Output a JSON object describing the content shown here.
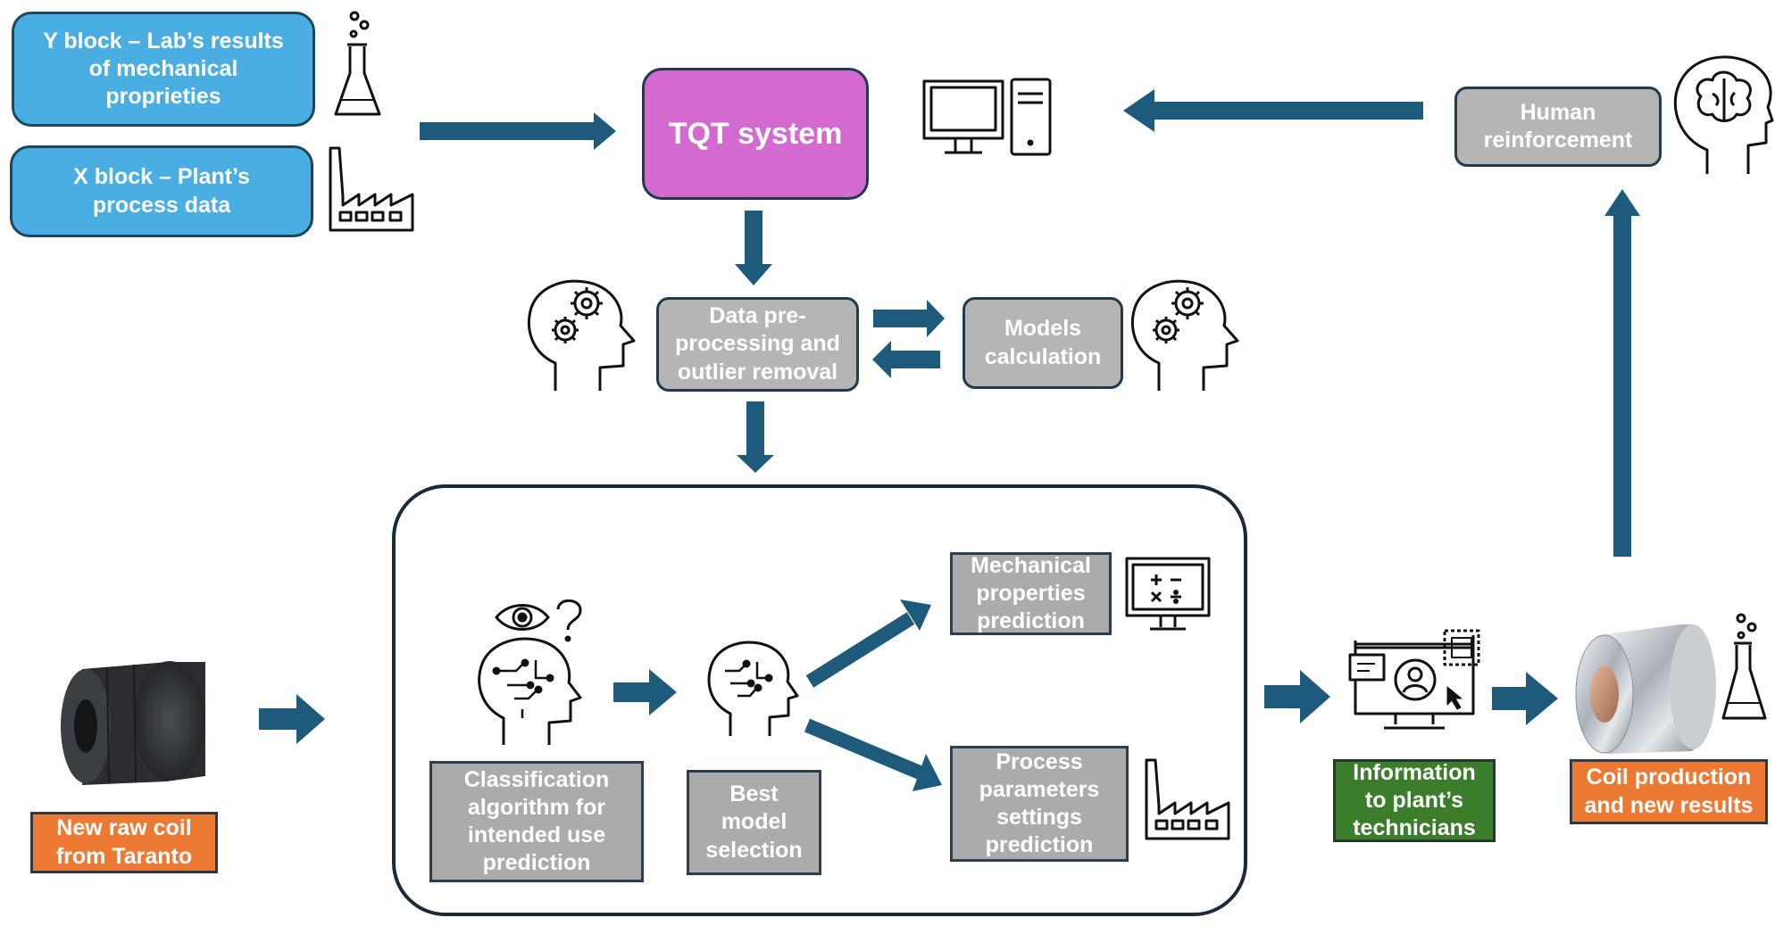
{
  "colors": {
    "arrow": "#1d5a7c",
    "blue_box": "#4aaee2",
    "tqt_box": "#d46ad0",
    "gray_box": "#b5b5b5",
    "orange_box": "#ec7a35",
    "green_box": "#3c7d2c",
    "icon_stroke": "#111111",
    "text": "#ffffff"
  },
  "inputs": {
    "y_block": "Y block – Lab’s results\nof mechanical\nproprieties",
    "x_block": "X block – Plant’s\nprocess data"
  },
  "system": {
    "tqt": "TQT system",
    "preprocessing": "Data pre-\nprocessing and\noutlier removal",
    "models": "Models\ncalculation",
    "human_reinforcement": "Human\nreinforcement"
  },
  "pipeline": {
    "classification": "Classification\nalgorithm for\nintended use\nprediction",
    "best_model": "Best\nmodel\nselection",
    "mechanical_prediction": "Mechanical\nproperties\nprediction",
    "process_prediction": "Process\nparameters\nsettings\nprediction"
  },
  "outputs": {
    "raw_coil": "New raw coil\nfrom Taranto",
    "information": "Information\nto plant’s\ntechnicians",
    "coil_production": "Coil production\nand new results"
  },
  "icons": {
    "flask": "flask-icon",
    "factory": "factory-icon",
    "computer": "desktop-computer-icon",
    "brain_head": "brain-head-icon",
    "gear_head": "gear-head-icon",
    "circuit_head": "circuit-brain-head-icon",
    "eye_question": "eye-question-icon",
    "calculator_monitor": "calculator-monitor-icon",
    "user_monitor": "user-monitor-icon",
    "raw_coil": "raw-steel-coil-image",
    "finished_coil": "finished-steel-coil-image"
  }
}
